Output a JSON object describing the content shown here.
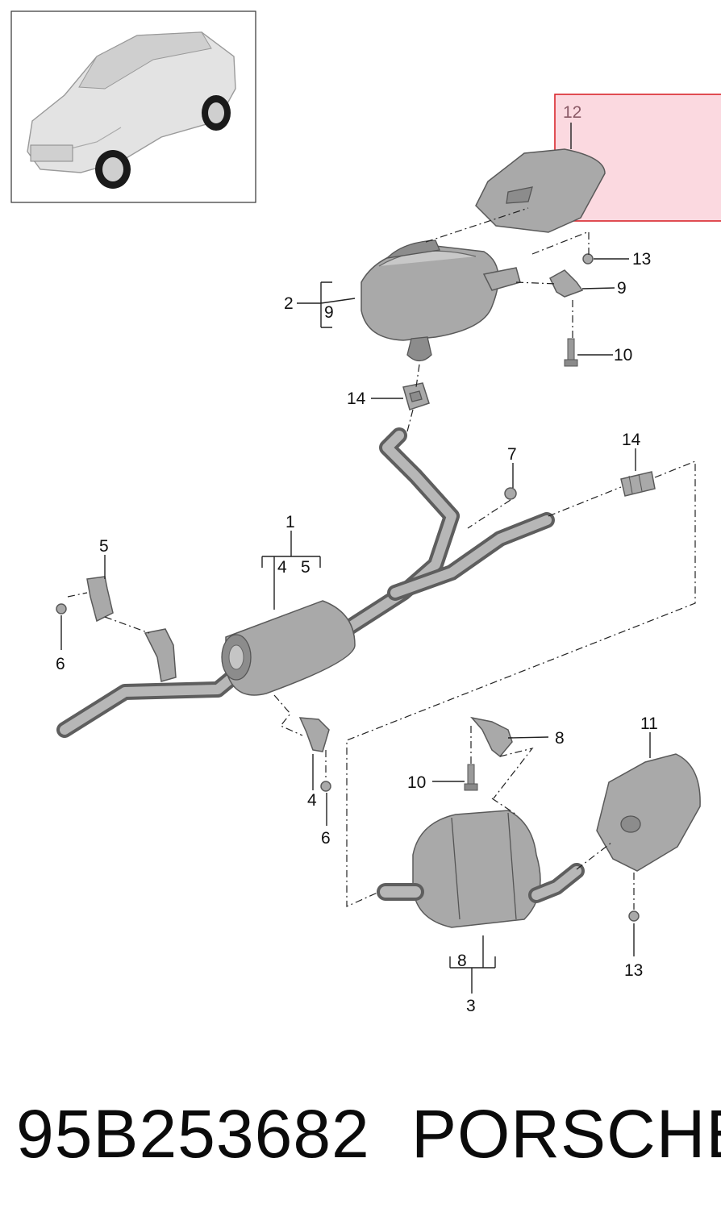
{
  "callouts": {
    "c1": "1",
    "c2": "2",
    "c3": "3",
    "c4a": "4",
    "c4b": "4",
    "c5a": "5",
    "c5b": "5",
    "c6a": "6",
    "c6b": "6",
    "c7": "7",
    "c8a": "8",
    "c8b": "8",
    "c9a": "9",
    "c9b": "9",
    "c10a": "10",
    "c10b": "10",
    "c11": "11",
    "c12": "12",
    "c13a": "13",
    "c13b": "13",
    "c14a": "14",
    "c14b": "14"
  },
  "footer": {
    "part_number": "95B253682",
    "brand": "PORSCHE"
  },
  "colors": {
    "highlight_border": "#d9262c",
    "highlight_fill": "#fbd9e0",
    "part_gray": "#a9a9a9"
  }
}
